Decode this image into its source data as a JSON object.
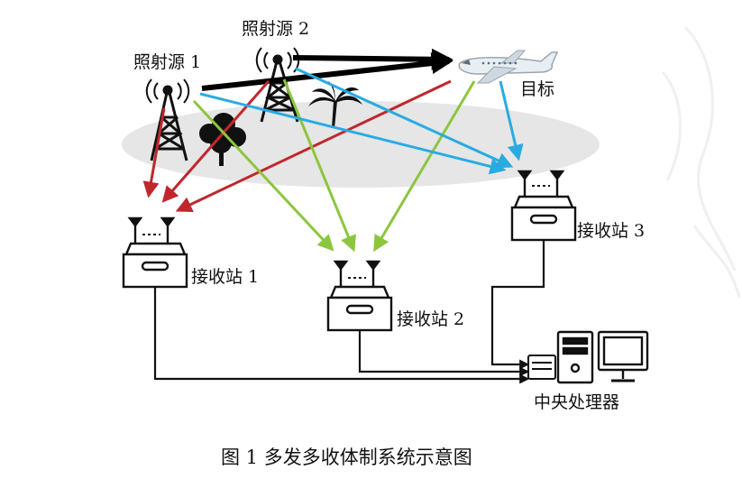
{
  "labels": {
    "source1": "照射源 1",
    "source2": "照射源 2",
    "target": "目标",
    "station1": "接收站 1",
    "station2": "接收站 2",
    "station3": "接收站 3",
    "processor": "中央处理器"
  },
  "caption": "图 1 多发多收体制系统示意图",
  "colors": {
    "direct_path": "#000000",
    "echo_red": "#c0272d",
    "path_green": "#8cc63f",
    "path_blue": "#29abe2",
    "ground": "#e6e6e6",
    "wire": "#111111"
  },
  "icons": [
    "transmitter-tower-icon",
    "airplane-icon",
    "tree-icon",
    "palm-tree-icon",
    "receiver-station-icon",
    "computer-icon",
    "monitor-icon"
  ]
}
